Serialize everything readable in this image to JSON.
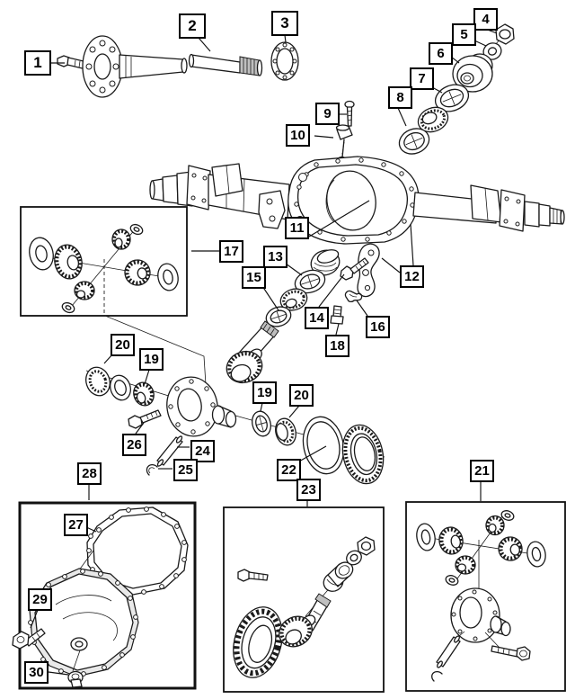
{
  "figure": {
    "kind": "exploded-parts-diagram"
  },
  "colors": {
    "background": "#ffffff",
    "line_art": "#1a1a1a",
    "callout_border": "#000000",
    "callout_text": "#000000"
  },
  "callouts": [
    {
      "num": "1"
    },
    {
      "num": "2"
    },
    {
      "num": "3"
    },
    {
      "num": "4"
    },
    {
      "num": "5"
    },
    {
      "num": "6"
    },
    {
      "num": "7"
    },
    {
      "num": "8"
    },
    {
      "num": "9"
    },
    {
      "num": "10"
    },
    {
      "num": "11"
    },
    {
      "num": "12"
    },
    {
      "num": "13"
    },
    {
      "num": "14"
    },
    {
      "num": "15"
    },
    {
      "num": "16"
    },
    {
      "num": "17"
    },
    {
      "num": "18"
    },
    {
      "num": "19"
    },
    {
      "num": "20"
    },
    {
      "num": "19"
    },
    {
      "num": "20"
    },
    {
      "num": "21"
    },
    {
      "num": "22"
    },
    {
      "num": "23"
    },
    {
      "num": "24"
    },
    {
      "num": "25"
    },
    {
      "num": "26"
    },
    {
      "num": "27"
    },
    {
      "num": "28"
    },
    {
      "num": "29"
    },
    {
      "num": "30"
    }
  ]
}
